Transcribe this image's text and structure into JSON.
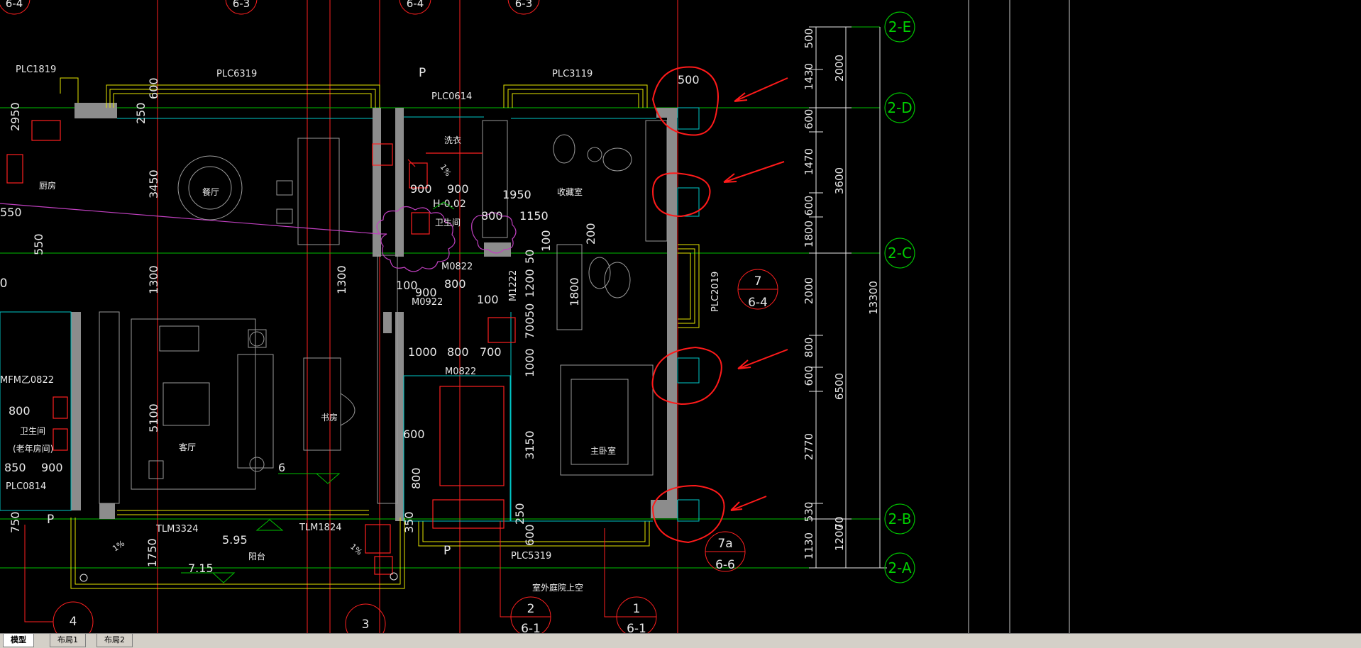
{
  "colors": {
    "background": "#000000",
    "wall": "#8c8c8c",
    "axis_green": "#00c000",
    "dim_white": "#e8e8e8",
    "window_yellow": "#e6e600",
    "cyan": "#00c8c8",
    "red": "#ff2020",
    "magenta": "#c040c0",
    "markup_red": "#ff1a1a",
    "tab_bar": "#d4d0c8"
  },
  "axis_labels": {
    "e": "2-E",
    "d": "2-D",
    "c": "2-C",
    "b": "2-B",
    "a": "2-A"
  },
  "right_dims": {
    "inner": [
      "500",
      "1430",
      "600",
      "1470",
      "600",
      "1800",
      "2000",
      "800",
      "600",
      "2770",
      "530",
      "1130"
    ],
    "middle": [
      "2000",
      "3600",
      "6500",
      "1200"
    ],
    "outer": [
      "13300"
    ],
    "extra": [
      "70"
    ]
  },
  "top_refs": [
    "6-4",
    "6-3",
    "6-4",
    "6-3"
  ],
  "window_labels": {
    "plc6319": "PLC6319",
    "plc3119": "PLC3119",
    "plc0614": "PLC0614",
    "plc1819": "PLC1819",
    "plc2019": "PLC2019",
    "plc5319": "PLC5319",
    "plc0814": "PLC0814",
    "tlm3324": "TLM3324",
    "tlm1824": "TLM1824"
  },
  "door_labels": {
    "m0822a": "M0822",
    "m0922": "M0922",
    "m0822b": "M0822",
    "m1222": "M1222",
    "mfmb0822": "MFM乙0822"
  },
  "rooms": {
    "kitchen": "厨房",
    "dining": "餐厅",
    "laundry": "洗衣",
    "bath1": "卫生间",
    "storage": "收藏室",
    "living": "客厅",
    "study": "书房",
    "master": "主卧室",
    "bath2": "卫生间",
    "bath2_note": "(老年房间)",
    "balcony": "阳台",
    "void": "室外庭院上空"
  },
  "inner_dims": {
    "d250": "250",
    "d600a": "600",
    "d3450": "3450",
    "d1300a": "1300",
    "d1300b": "1300",
    "d5100": "5100",
    "d1750": "1750",
    "d900a": "900",
    "d900b": "900",
    "d1950": "1950",
    "d800a": "800",
    "d1150": "1150",
    "d100a": "100",
    "d200": "200",
    "d100b": "100",
    "d900c": "900",
    "d800b": "800",
    "d1200": "1200",
    "d50": "50",
    "d100c": "100",
    "d1800": "1800",
    "d700a": "700",
    "d50b": "50",
    "d1000a": "1000",
    "d800c": "800",
    "d700b": "700",
    "d1000b": "1000",
    "d600b": "600",
    "d3150": "3150",
    "d800d": "800",
    "d250b": "250",
    "d600c": "600",
    "d350": "350",
    "d750": "750",
    "d2950": "2950",
    "d550a": "550",
    "d550b": "550",
    "d800e": "800",
    "d850": "850",
    "d900d": "900",
    "d500": "500",
    "d6": "6"
  },
  "levels": {
    "h": "H-0.02",
    "l595": "5.95",
    "l715": "7.15"
  },
  "slopes": {
    "s1": "1%",
    "s2": "1%",
    "s3": "1%"
  },
  "markers": {
    "p1": "P",
    "p2": "P",
    "p3": "P"
  },
  "section_refs": {
    "r7_num": "7",
    "r7_ref": "6-4",
    "r7a_num": "7a",
    "r7a_ref": "6-6",
    "r2_num": "2",
    "r2_ref": "6-1",
    "r1_num": "1",
    "r1_ref": "6-1",
    "r4": "4",
    "r3": "3",
    "r0": "0"
  },
  "tabs": [
    "模型",
    "布局1",
    "布局2"
  ]
}
